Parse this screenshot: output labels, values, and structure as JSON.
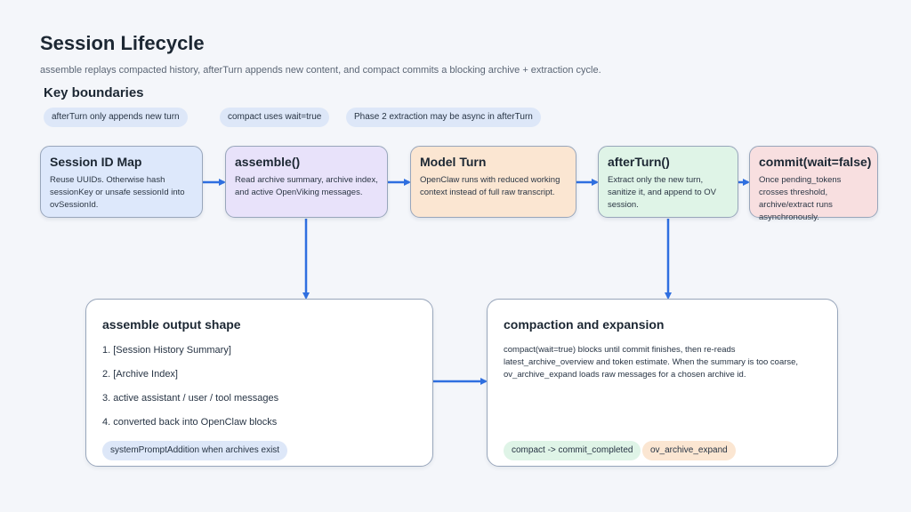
{
  "header": {
    "title": "Session Lifecycle",
    "subtitle": "assemble replays compacted history, afterTurn appends new content, and compact commits a blocking archive + extraction cycle."
  },
  "key_boundaries": {
    "title": "Key boundaries",
    "pills": [
      "afterTurn only appends new turn",
      "compact uses wait=true",
      "Phase 2 extraction may be async in afterTurn"
    ]
  },
  "stages": [
    {
      "title": "Session ID Map",
      "desc": "Reuse UUIDs. Otherwise hash sessionKey or unsafe sessionId into ovSessionId.",
      "color": "#dde8fb"
    },
    {
      "title": "assemble()",
      "desc": "Read archive summary, archive index, and active OpenViking messages.",
      "color": "#e8e2fa"
    },
    {
      "title": "Model Turn",
      "desc": "OpenClaw runs with reduced working context instead of full raw transcript.",
      "color": "#fbe6d2"
    },
    {
      "title": "afterTurn()",
      "desc": "Extract only the new turn, sanitize it, and append to OV session.",
      "color": "#dff4e7"
    },
    {
      "title": "commit(wait=false)",
      "desc": "Once pending_tokens crosses threshold, archive/extract runs asynchronously.",
      "color": "#f8dfe0"
    }
  ],
  "assemble_output": {
    "title": "assemble output shape",
    "items": [
      "1. [Session History Summary]",
      "2. [Archive Index]",
      "3. active assistant / user / tool messages",
      "4. converted back into OpenClaw blocks"
    ],
    "tag": "systemPromptAddition when archives exist",
    "tag_color": "#dde7f8"
  },
  "compaction": {
    "title": "compaction and expansion",
    "desc": "compact(wait=true) blocks until commit finishes, then re-reads latest_archive_overview and token estimate. When the summary is too coarse, ov_archive_expand loads raw messages for a chosen archive id.",
    "tags": [
      {
        "label": "compact -> commit_completed",
        "color": "#dff4e7"
      },
      {
        "label": "ov_archive_expand",
        "color": "#fbe6d2"
      }
    ]
  },
  "colors": {
    "arrow": "#2f6fe0",
    "border": "#98a6bb"
  }
}
